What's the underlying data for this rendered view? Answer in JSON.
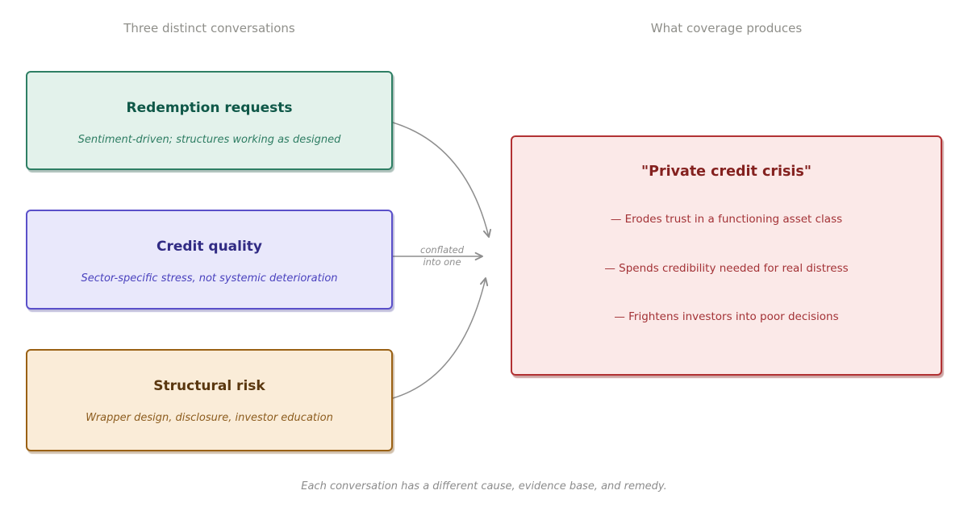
{
  "headers": {
    "left": "Three distinct conversations",
    "right": "What coverage produces"
  },
  "boxes": [
    {
      "title": "Redemption requests",
      "subtitle": "Sentiment-driven; structures working as designed",
      "accent": "#2e7f64",
      "background": "#e3f2eb"
    },
    {
      "title": "Credit quality",
      "subtitle": "Sector-specific stress, not systemic deterioration",
      "accent": "#5a50c9",
      "background": "#e9e8fb"
    },
    {
      "title": "Structural risk",
      "subtitle": "Wrapper design, disclosure, investor education",
      "accent": "#9a6114",
      "background": "#faecd8"
    }
  ],
  "arrow_label": {
    "line1": "conflated",
    "line2": "into one"
  },
  "result_box": {
    "title": "\"Private credit crisis\"",
    "bullets": [
      "— Erodes trust in a functioning asset class",
      "— Spends credibility needed for real distress",
      "— Frightens investors into poor decisions"
    ],
    "accent": "#b23133",
    "background": "#fbe9e8"
  },
  "caption": "Each conversation has a different cause, evidence base, and remedy.",
  "colors": {
    "header_text": "#8f8f8a",
    "arrow": "#8e8e8e",
    "caption_text": "#8c8c8c"
  }
}
